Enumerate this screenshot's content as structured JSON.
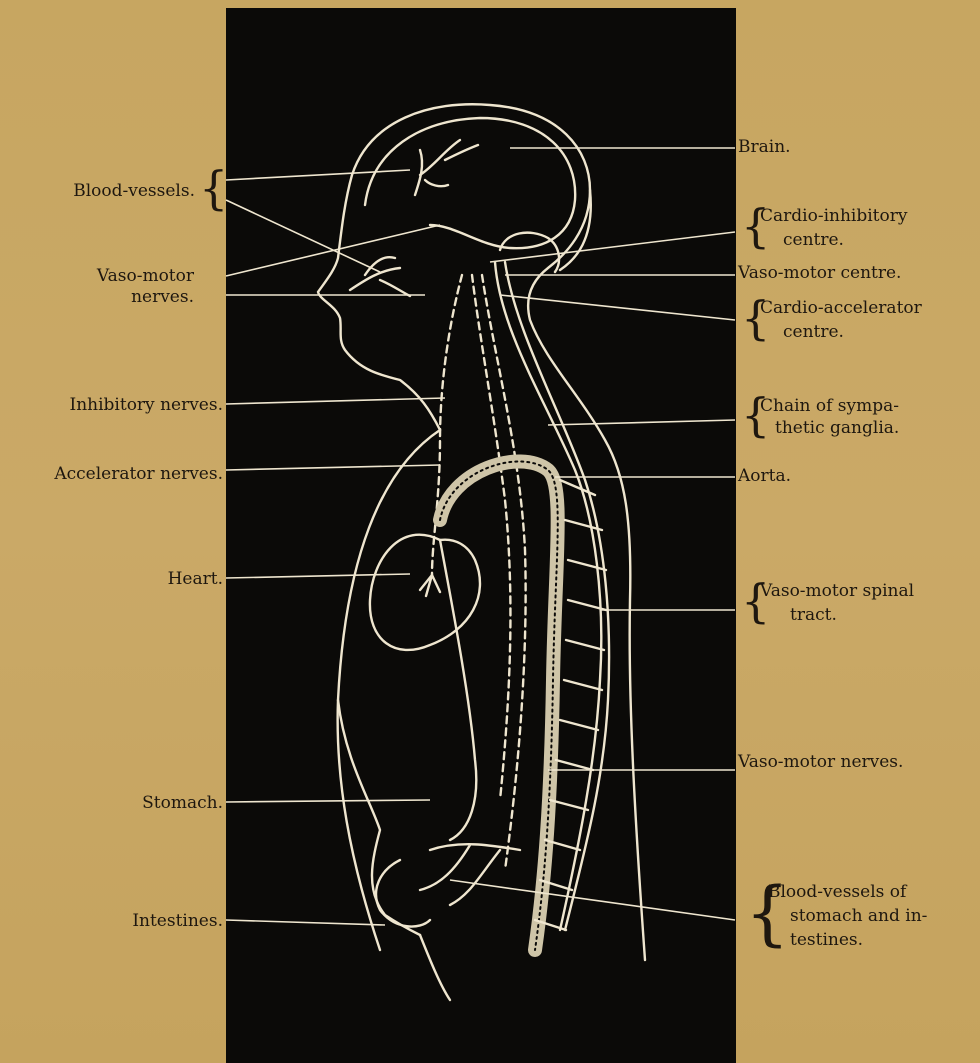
{
  "labels": {
    "left": {
      "blood_vessels": "Blood-vessels.",
      "vaso_motor_nerves_1": "Vaso-motor",
      "vaso_motor_nerves_2": "nerves.",
      "inhibitory_nerves": "Inhibitory nerves.",
      "accelerator_nerves": "Accelerator nerves.",
      "heart": "Heart.",
      "stomach": "Stomach.",
      "intestines": "Intestines."
    },
    "right": {
      "brain": "Brain.",
      "cardio_inhibitory_1": "Cardio-inhibitory",
      "cardio_inhibitory_2": "centre.",
      "vaso_motor_centre": "Vaso-motor centre.",
      "cardio_accelerator_1": "Cardio-accelerator",
      "cardio_accelerator_2": "centre.",
      "chain_sympathetic_1": "Chain of sympa-",
      "chain_sympathetic_2": "thetic ganglia.",
      "aorta": "Aorta.",
      "vaso_motor_spinal_1": "Vaso-motor spinal",
      "vaso_motor_spinal_2": "tract.",
      "vaso_motor_nerves": "Vaso-motor nerves.",
      "blood_vessels_stomach_1": "Blood-vessels of",
      "blood_vessels_stomach_2": "stomach and in-",
      "blood_vessels_stomach_3": "testines."
    }
  },
  "colors": {
    "paper": "#c8a764",
    "plate": "#0b0a08",
    "line_art": "#efe6cf",
    "ink": "#1e170f"
  }
}
